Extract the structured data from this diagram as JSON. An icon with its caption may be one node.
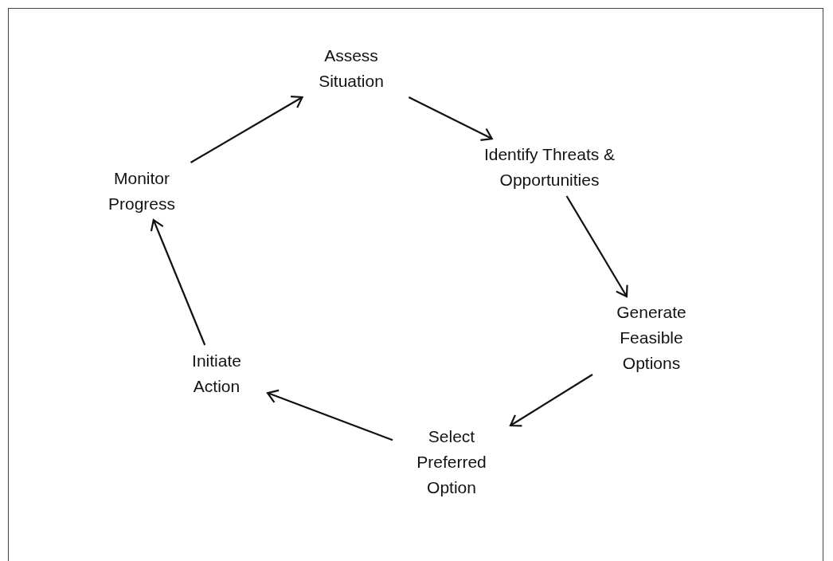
{
  "diagram": {
    "nodes": [
      {
        "text": [
          "Assess Situation"
        ]
      },
      {
        "text": [
          "Identify Threats & Opportunities"
        ]
      },
      {
        "text": [
          "Generate Feasible Options"
        ]
      },
      {
        "text": [
          "Select Preferred Option"
        ]
      },
      {
        "text": [
          "Initiate Action"
        ]
      },
      {
        "text": [
          "Monitor Progress"
        ]
      }
    ],
    "edges": [
      {
        "from": 5,
        "to": 0,
        "arrow": "to"
      },
      {
        "from": 0,
        "to": 1,
        "arrow": "to"
      },
      {
        "from": 1,
        "to": 2,
        "arrow": "to"
      },
      {
        "from": 2,
        "to": 3,
        "arrow": "to"
      },
      {
        "from": 3,
        "to": 4,
        "arrow": "to"
      },
      {
        "from": 4,
        "to": 5,
        "arrow": "to"
      }
    ]
  }
}
